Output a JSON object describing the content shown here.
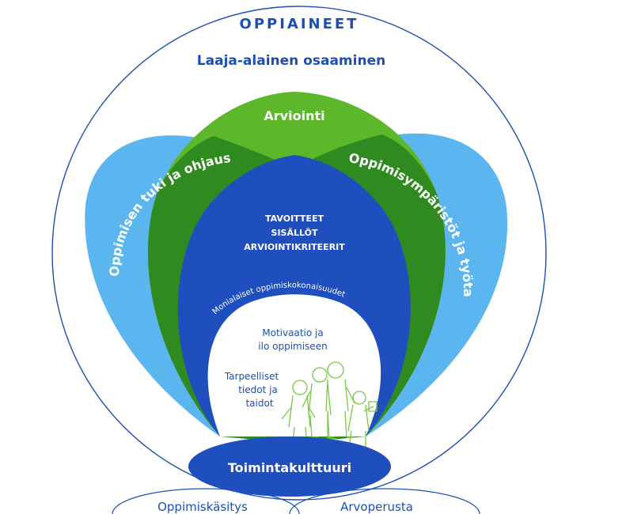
{
  "title": "OPPIAINEET",
  "subtitle": "Laaja-alainen osaaminen",
  "petals": {
    "center": "Arviointi",
    "left": "Oppimisen tuki ja ohjaus",
    "right": "Oppimisympäristöt ja työtavat"
  },
  "core": {
    "line1": "TAVOITTEET",
    "line2": "SISÄLLÖT",
    "line3": "ARVIOINTIKRITEERIT",
    "arc": "Monialaiset oppimiskokonaisuudet"
  },
  "inner": {
    "motivation_line1": "Motivaatio ja",
    "motivation_line2": "ilo oppimiseen",
    "skills_line1": "Tarpeelliset",
    "skills_line2": "tiedot ja",
    "skills_line3": "taidot"
  },
  "base": {
    "culture": "Toimintakulttuuri",
    "left": "Oppimiskäsitys",
    "right": "Arvoperusta"
  },
  "colors": {
    "outline_blue": "#1c4fb4",
    "dark_blue": "#1f4fbf",
    "light_blue": "#5bb6ef",
    "green": "#5cb82a",
    "dark_green": "#2f8a20",
    "figure_green": "#7ac943"
  },
  "icons": [
    "children-figures-icon"
  ]
}
